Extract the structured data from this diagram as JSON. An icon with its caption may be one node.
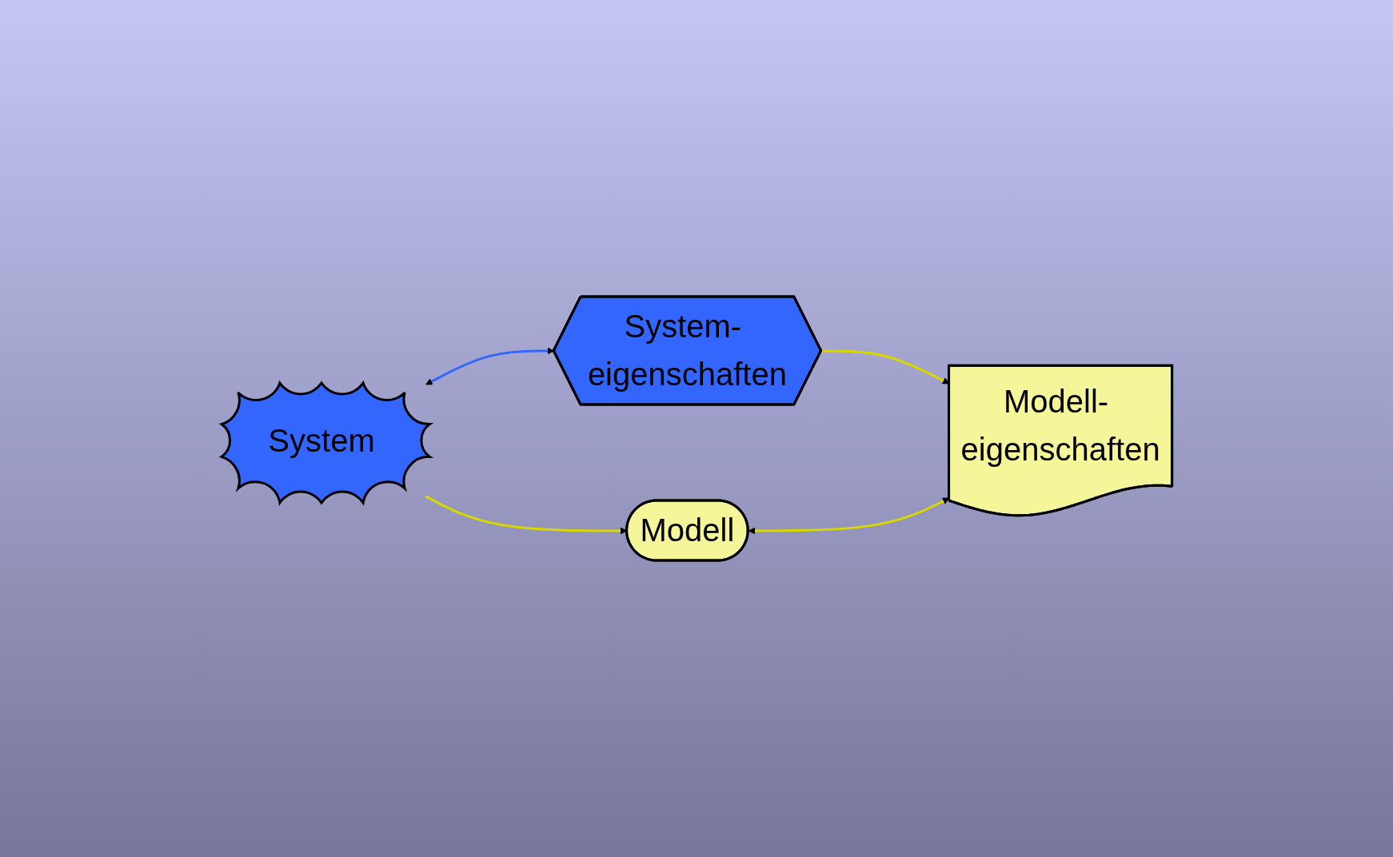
{
  "diagram": {
    "nodes": [
      {
        "text": [
          "System"
        ]
      },
      {
        "text": [
          "System- eigenschaften"
        ]
      },
      {
        "text": [
          "Modell"
        ]
      },
      {
        "text": [
          "Modell- eigenschaften"
        ]
      }
    ],
    "edges": [
      {
        "from": 0,
        "to": 1,
        "arrow": "both",
        "color": "#3366ff"
      },
      {
        "from": 0,
        "to": 2,
        "arrow": "to"
      },
      {
        "from": 1,
        "to": 3,
        "arrow": "to"
      },
      {
        "from": 2,
        "to": 3,
        "arrow": "both"
      }
    ]
  }
}
